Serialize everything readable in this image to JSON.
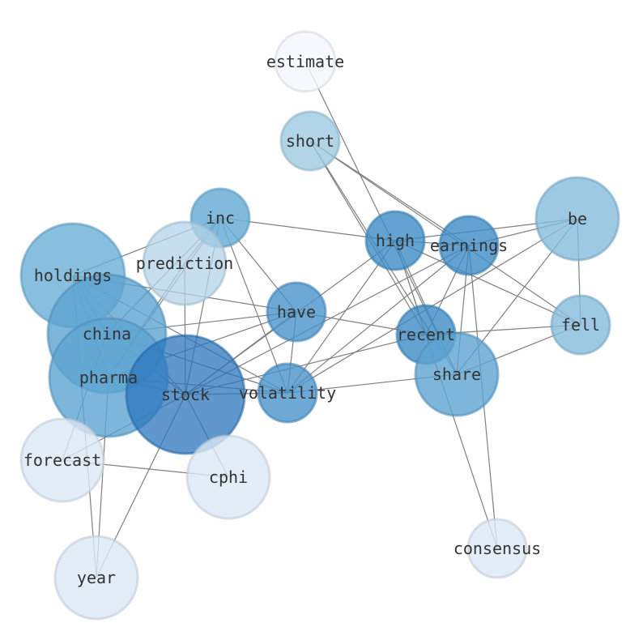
{
  "graph": {
    "nodes": [
      {
        "id": "estimate",
        "label": "estimate",
        "color": "#f2f7fd",
        "opacity": 0.8
      },
      {
        "id": "short",
        "label": "short",
        "color": "#9ecae1",
        "opacity": 0.8
      },
      {
        "id": "inc",
        "label": "inc",
        "color": "#6aaed6",
        "opacity": 0.85
      },
      {
        "id": "be",
        "label": "be",
        "color": "#85bcdc",
        "opacity": 0.8
      },
      {
        "id": "high",
        "label": "high",
        "color": "#3c8bc6",
        "opacity": 0.8
      },
      {
        "id": "earnings",
        "label": "earnings",
        "color": "#3c8bc6",
        "opacity": 0.8
      },
      {
        "id": "holdings",
        "label": "holdings",
        "color": "#6aaed6",
        "opacity": 0.8
      },
      {
        "id": "prediction",
        "label": "prediction",
        "color": "#b3d3e8",
        "opacity": 0.75
      },
      {
        "id": "china",
        "label": "china",
        "color": "#5ca4d1",
        "opacity": 0.8
      },
      {
        "id": "have",
        "label": "have",
        "color": "#4a93cb",
        "opacity": 0.8
      },
      {
        "id": "recent",
        "label": "recent",
        "color": "#3c8bc6",
        "opacity": 0.8
      },
      {
        "id": "fell",
        "label": "fell",
        "color": "#85bcdc",
        "opacity": 0.8
      },
      {
        "id": "pharma",
        "label": "pharma",
        "color": "#5ca4d1",
        "opacity": 0.8
      },
      {
        "id": "stock",
        "label": "stock",
        "color": "#2b76be",
        "opacity": 0.75
      },
      {
        "id": "volatility",
        "label": "volatility",
        "color": "#4a93cb",
        "opacity": 0.8
      },
      {
        "id": "share",
        "label": "share",
        "color": "#5ca4d1",
        "opacity": 0.8
      },
      {
        "id": "forecast",
        "label": "forecast",
        "color": "#dbe8f5",
        "opacity": 0.8
      },
      {
        "id": "cphi",
        "label": "cphi",
        "color": "#dbe8f5",
        "opacity": 0.8
      },
      {
        "id": "consensus",
        "label": "consensus",
        "color": "#dbe8f5",
        "opacity": 0.8
      },
      {
        "id": "year",
        "label": "year",
        "color": "#dbe8f5",
        "opacity": 0.8
      }
    ],
    "edges": [
      [
        "estimate",
        "share"
      ],
      [
        "short",
        "earnings"
      ],
      [
        "short",
        "share"
      ],
      [
        "short",
        "recent"
      ],
      [
        "short",
        "fell"
      ],
      [
        "inc",
        "high"
      ],
      [
        "inc",
        "have"
      ],
      [
        "inc",
        "volatility"
      ],
      [
        "inc",
        "holdings"
      ],
      [
        "inc",
        "china"
      ],
      [
        "inc",
        "pharma"
      ],
      [
        "inc",
        "stock"
      ],
      [
        "inc",
        "prediction"
      ],
      [
        "be",
        "earnings"
      ],
      [
        "be",
        "high"
      ],
      [
        "be",
        "fell"
      ],
      [
        "be",
        "share"
      ],
      [
        "be",
        "volatility"
      ],
      [
        "high",
        "stock"
      ],
      [
        "high",
        "volatility"
      ],
      [
        "high",
        "share"
      ],
      [
        "high",
        "fell"
      ],
      [
        "high",
        "recent"
      ],
      [
        "earnings",
        "stock"
      ],
      [
        "earnings",
        "volatility"
      ],
      [
        "earnings",
        "share"
      ],
      [
        "earnings",
        "recent"
      ],
      [
        "earnings",
        "consensus"
      ],
      [
        "earnings",
        "high"
      ],
      [
        "holdings",
        "have"
      ],
      [
        "holdings",
        "volatility"
      ],
      [
        "holdings",
        "pharma"
      ],
      [
        "holdings",
        "china"
      ],
      [
        "holdings",
        "stock"
      ],
      [
        "holdings",
        "year"
      ],
      [
        "prediction",
        "stock"
      ],
      [
        "prediction",
        "pharma"
      ],
      [
        "china",
        "stock"
      ],
      [
        "china",
        "volatility"
      ],
      [
        "china",
        "forecast"
      ],
      [
        "have",
        "stock"
      ],
      [
        "have",
        "recent"
      ],
      [
        "have",
        "volatility"
      ],
      [
        "have",
        "china"
      ],
      [
        "have",
        "pharma"
      ],
      [
        "recent",
        "fell"
      ],
      [
        "recent",
        "stock"
      ],
      [
        "recent",
        "consensus"
      ],
      [
        "fell",
        "share"
      ],
      [
        "pharma",
        "stock"
      ],
      [
        "pharma",
        "volatility"
      ],
      [
        "pharma",
        "year"
      ],
      [
        "stock",
        "volatility"
      ],
      [
        "stock",
        "cphi"
      ],
      [
        "stock",
        "forecast"
      ],
      [
        "stock",
        "year"
      ],
      [
        "volatility",
        "share"
      ],
      [
        "forecast",
        "cphi"
      ],
      [
        "recent",
        "high"
      ]
    ]
  }
}
